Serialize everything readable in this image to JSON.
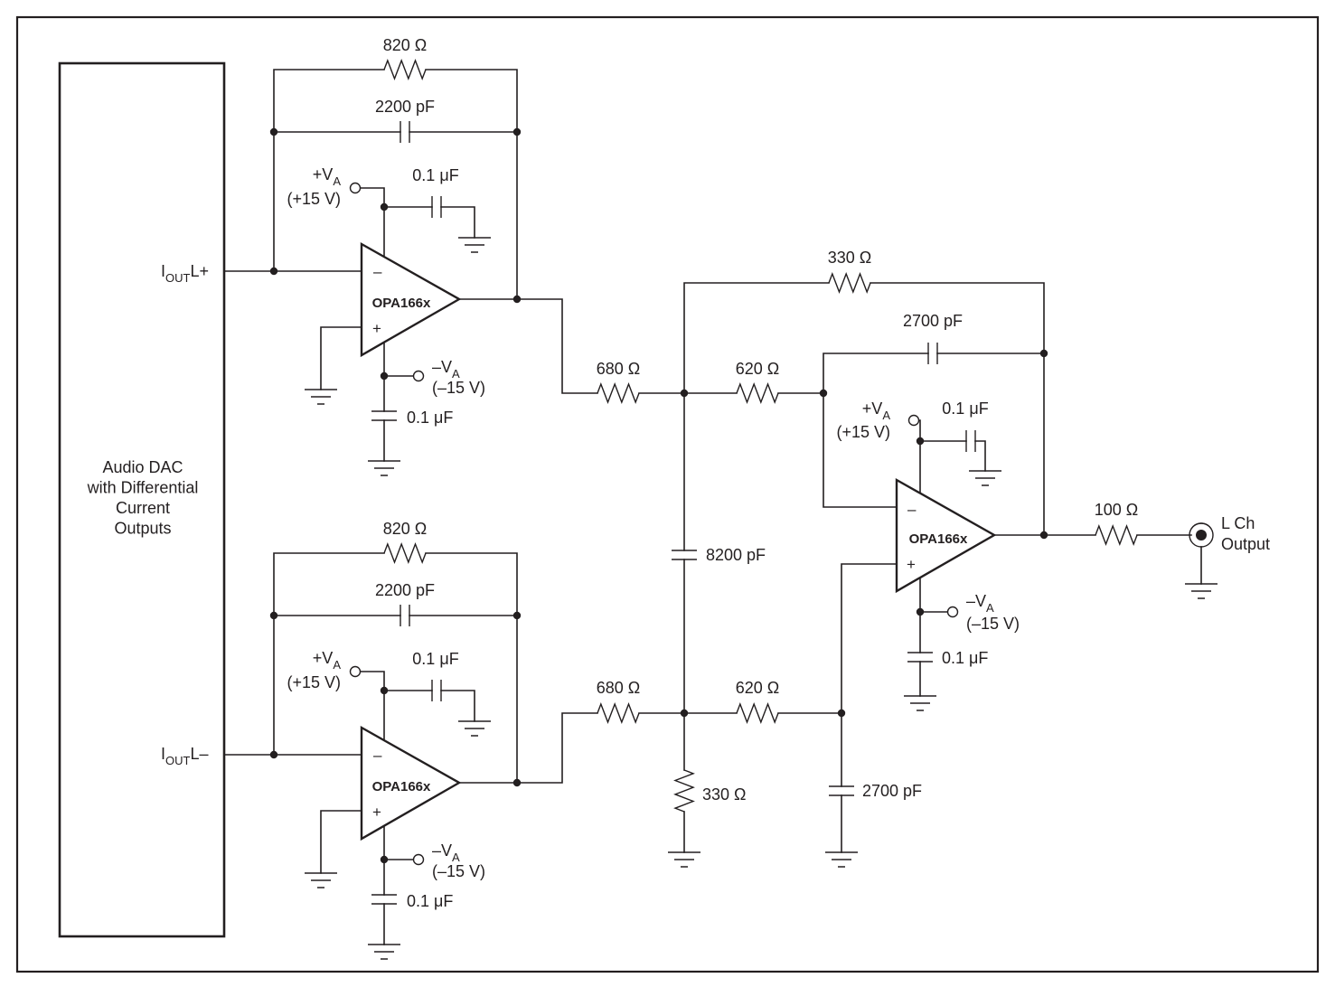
{
  "dac": {
    "lines": [
      "Audio DAC",
      "with Differential",
      "Current",
      "Outputs"
    ],
    "pin_pos": {
      "main": "I",
      "sub": "OUT",
      "suffix": "L+"
    },
    "pin_neg": {
      "main": "I",
      "sub": "OUT",
      "suffix": "L–"
    }
  },
  "stage1_top": {
    "opamp": "OPA166x",
    "feedback_resistor": "820 Ω",
    "feedback_cap": "2200 pF",
    "vpos": {
      "main": "+V",
      "sub": "A",
      "value": "(+15 V)"
    },
    "vpos_cap": "0.1 μF",
    "vneg": {
      "main": "–V",
      "sub": "A",
      "value": "(–15 V)"
    },
    "vneg_cap": "0.1 μF",
    "minus": "–",
    "plus": "+"
  },
  "stage1_bottom": {
    "opamp": "OPA166x",
    "feedback_resistor": "820 Ω",
    "feedback_cap": "2200 pF",
    "vpos": {
      "main": "+V",
      "sub": "A",
      "value": "(+15 V)"
    },
    "vpos_cap": "0.1 μF",
    "vneg": {
      "main": "–V",
      "sub": "A",
      "value": "(–15 V)"
    },
    "vneg_cap": "0.1 μF",
    "minus": "–",
    "plus": "+"
  },
  "filter": {
    "r_top_in": "680 Ω",
    "r_bot_in": "680 Ω",
    "r_top_mid": "620 Ω",
    "r_bot_mid": "620 Ω",
    "r_feedback": "330 Ω",
    "c_feedback": "2700 pF",
    "c_shunt": "8200 pF",
    "r_shunt": "330 Ω",
    "c_ground": "2700 pF"
  },
  "stage2": {
    "opamp": "OPA166x",
    "vpos": {
      "main": "+V",
      "sub": "A",
      "value": "(+15 V)"
    },
    "vpos_cap": "0.1 μF",
    "vneg": {
      "main": "–V",
      "sub": "A",
      "value": "(–15 V)"
    },
    "vneg_cap": "0.1 μF",
    "minus": "–",
    "plus": "+"
  },
  "output": {
    "resistor": "100 Ω",
    "label_line1": "L Ch",
    "label_line2": "Output"
  }
}
